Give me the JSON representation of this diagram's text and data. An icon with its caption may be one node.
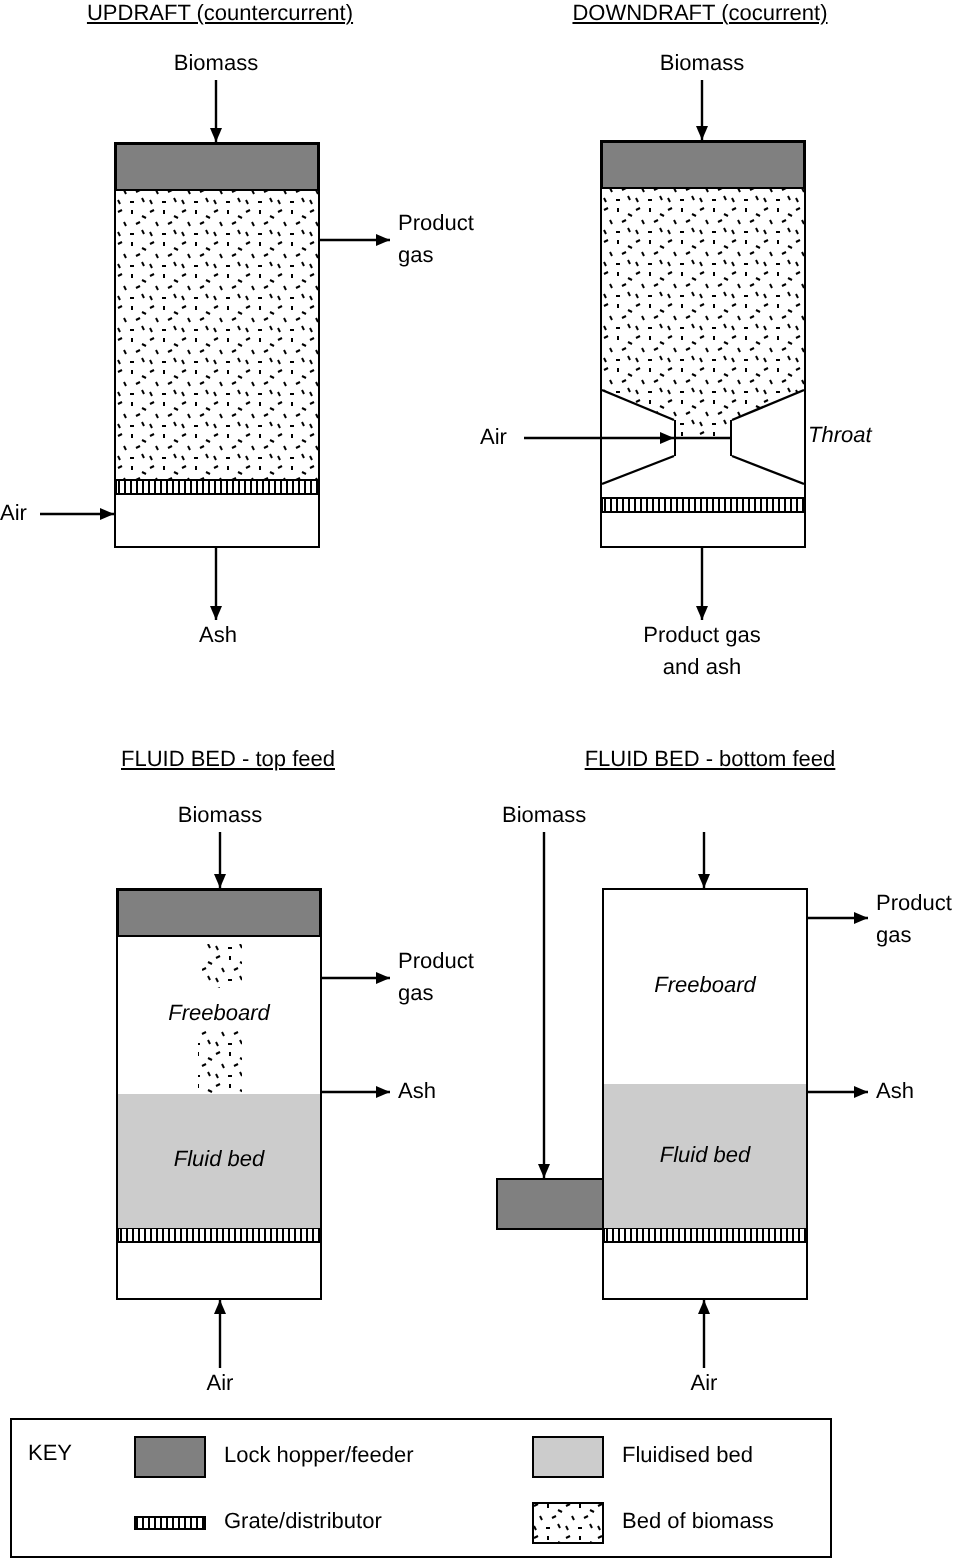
{
  "diagram": {
    "nodes": [
      {
        "text": [
          "Biomass"
        ]
      },
      {
        "text": [],
        "shape": "box"
      },
      {
        "text": [
          "Product gas"
        ]
      },
      {
        "text": [
          "Air"
        ]
      },
      {
        "text": [
          "Ash"
        ]
      },
      {
        "text": [
          "Biomass"
        ]
      },
      {
        "text": [],
        "shape": "box"
      },
      {
        "text": [
          "Air"
        ]
      },
      {
        "text": [],
        "shape": "box",
        "in": 6
      },
      {
        "text": [
          "Product gas and ash"
        ]
      },
      {
        "text": [
          "Biomass"
        ]
      },
      {
        "text": [],
        "shape": "box"
      },
      {
        "text": [
          "Freeboard"
        ],
        "in": 11
      },
      {
        "text": [
          "Fluid bed"
        ],
        "in": 11
      },
      {
        "text": [
          "Product gas"
        ]
      },
      {
        "text": [
          "Ash"
        ]
      },
      {
        "text": [
          "Air"
        ]
      },
      {
        "text": [
          "Biomass"
        ]
      },
      {
        "text": [],
        "shape": "box"
      },
      {
        "text": [],
        "shape": "box"
      },
      {
        "text": [
          "Freeboard"
        ],
        "in": 19
      },
      {
        "text": [
          "Fluid bed"
        ],
        "in": 19
      },
      {
        "text": [
          "Product gas"
        ]
      },
      {
        "text": [
          "Ash"
        ]
      },
      {
        "text": [
          "Air"
        ]
      }
    ],
    "edges": [
      {
        "from": 0,
        "to": 1,
        "arrow": "to"
      },
      {
        "from": 1,
        "to": 2,
        "arrow": "to"
      },
      {
        "from": 3,
        "to": 1,
        "arrow": "to"
      },
      {
        "from": 1,
        "to": 4,
        "arrow": "to"
      },
      {
        "from": 5,
        "to": 6,
        "arrow": "to"
      },
      {
        "from": 7,
        "to": 8,
        "arrow": "to"
      },
      {
        "from": 6,
        "to": 9,
        "arrow": "to"
      },
      {
        "from": 10,
        "to": 11,
        "arrow": "to"
      },
      {
        "from": 11,
        "to": 14,
        "arrow": "to"
      },
      {
        "from": 11,
        "to": 15,
        "arrow": "to"
      },
      {
        "from": 16,
        "to": 11,
        "arrow": "to"
      },
      {
        "from": 17,
        "to": 18,
        "arrow": "to"
      },
      {
        "from": null,
        "to": 19,
        "arrow": "to"
      },
      {
        "from": 19,
        "to": 22,
        "arrow": "to"
      },
      {
        "from": 19,
        "to": 23,
        "arrow": "to"
      },
      {
        "from": 24,
        "to": 19,
        "arrow": "to"
      }
    ],
    "labels": [
      "UPDRAFT (countercurrent)",
      "DOWNDRAFT (cocurrent)",
      "Throat",
      "FLUID BED - top feed",
      "FLUID BED - bottom feed",
      "KEY"
    ],
    "legend": [
      {
        "text": "Lock hopper/feeder",
        "color": "#808080"
      },
      {
        "text": "Fluidised bed",
        "color": "#cccccc"
      },
      {
        "text": "Grate/distributor"
      },
      {
        "text": "Bed of biomass"
      }
    ]
  }
}
